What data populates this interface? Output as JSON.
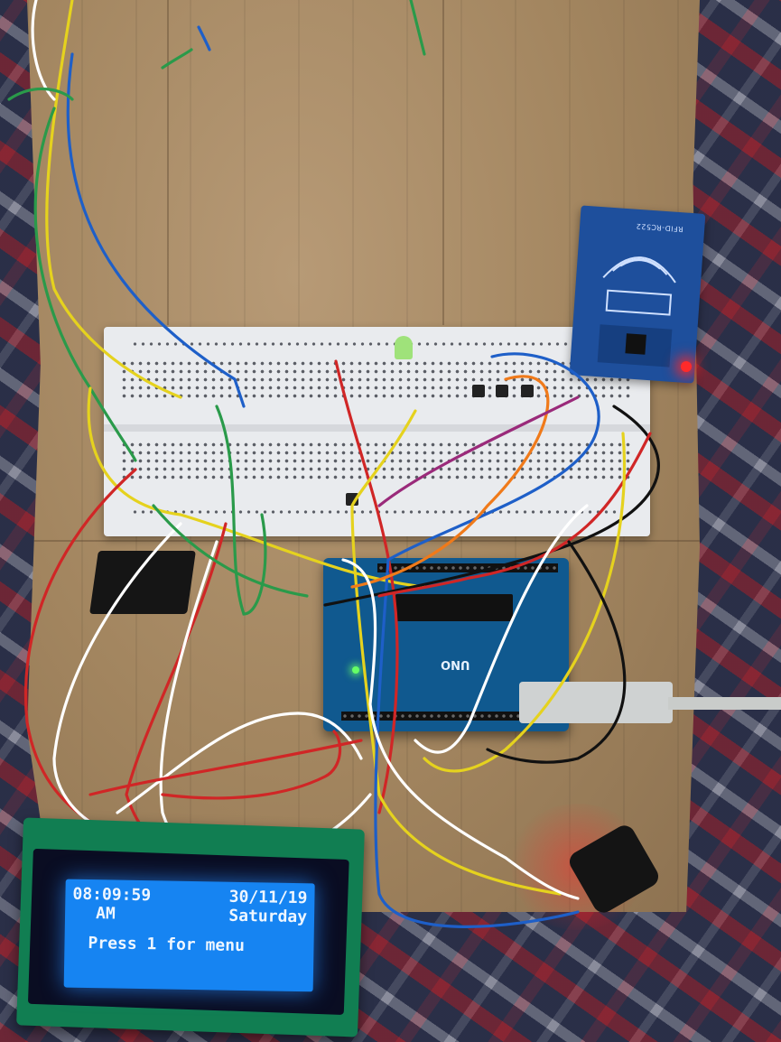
{
  "photo": {
    "lcd": {
      "time": "08:09:59",
      "meridiem": "AM",
      "date": "30/11/19",
      "weekday": "Saturday",
      "prompt": "Press 1 for menu"
    },
    "rfid_label": "RFID-RC522",
    "arduino_label": "UNO",
    "colors": {
      "lcd_backlight": "#1684f2",
      "board_blue": "#10598f",
      "rfid_blue": "#1e4f9c",
      "cardboard": "#a2855f"
    }
  }
}
